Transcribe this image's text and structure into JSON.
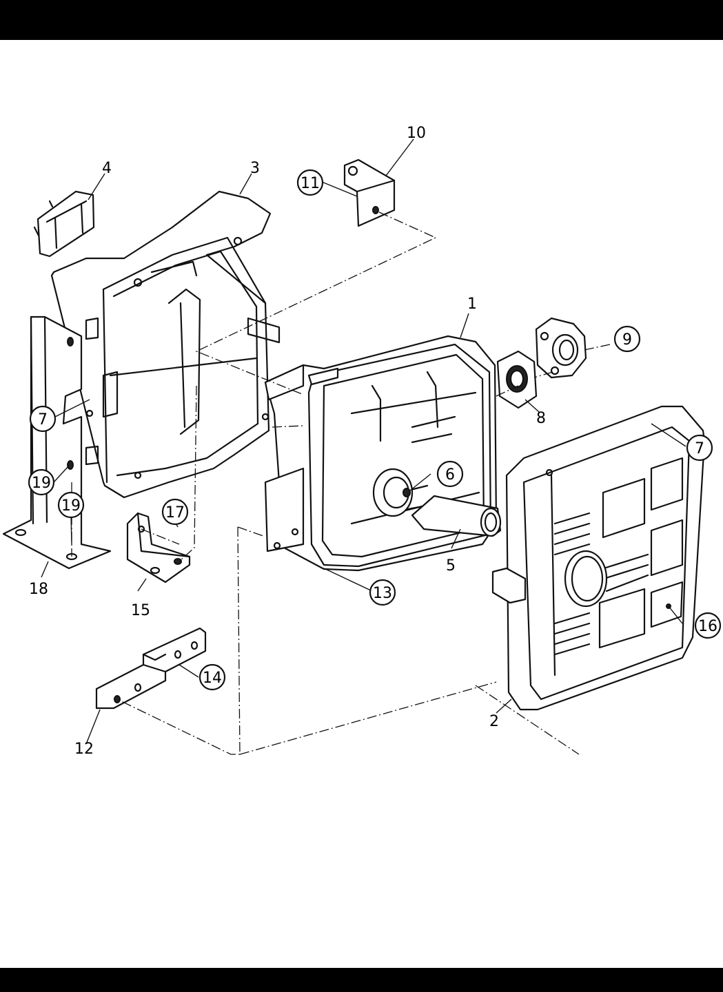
{
  "labels": {
    "p1": "1",
    "p2": "2",
    "p3": "3",
    "p4": "4",
    "p5": "5",
    "p6": "6",
    "p7a": "7",
    "p7b": "7",
    "p8": "8",
    "p9": "9",
    "p10": "10",
    "p11": "11",
    "p12": "12",
    "p13": "13",
    "p14": "14",
    "p15": "15",
    "p16": "16",
    "p17": "17",
    "p18": "18",
    "p19a": "19",
    "p19b": "19"
  }
}
